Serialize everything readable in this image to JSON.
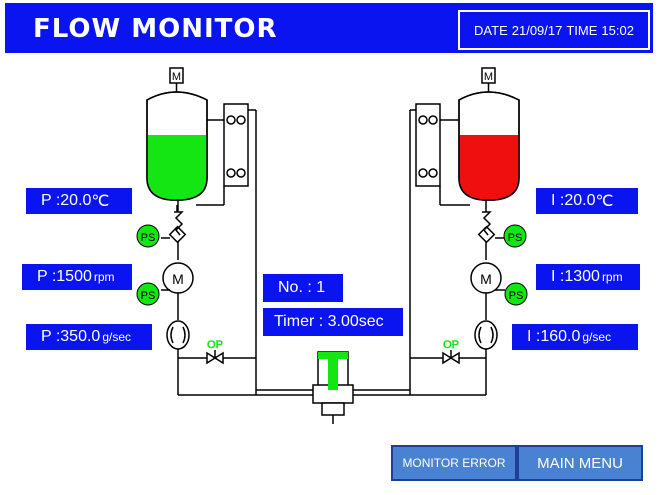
{
  "header": {
    "title": "FLOW MONITOR",
    "date_label": "DATE",
    "date_value": "21/09/17",
    "time_label": "TIME",
    "time_value": "15:02"
  },
  "left": {
    "temperature": {
      "prefix": "P : ",
      "value": "20.0",
      "unit": "℃"
    },
    "speed": {
      "prefix": "P : ",
      "value": "1500",
      "unit": "rpm"
    },
    "flow": {
      "prefix": "P : ",
      "value": "350.0",
      "unit": "g/sec"
    },
    "tank_fill_color": "#14e614",
    "tank_level": 0.58
  },
  "right": {
    "temperature": {
      "prefix": "I : ",
      "value": "20.0",
      "unit": "℃"
    },
    "speed": {
      "prefix": "I : ",
      "value": "1300",
      "unit": "rpm"
    },
    "flow": {
      "prefix": "I : ",
      "value": "160.0",
      "unit": "g/sec"
    },
    "tank_fill_color": "#f00f0f",
    "tank_level": 0.58
  },
  "center": {
    "number_label": "No. : 1",
    "timer_label": "Timer : 3.00sec"
  },
  "symbols": {
    "motor_top": "M",
    "motor_pump": "M",
    "pressure_switch": "PS",
    "valve": "OP",
    "mixer": "T",
    "mixer_color": "#14e614",
    "ps_color": "#14e614"
  },
  "buttons": {
    "monitor_error": "MONITOR ERROR",
    "main_menu": "MAIN MENU"
  }
}
